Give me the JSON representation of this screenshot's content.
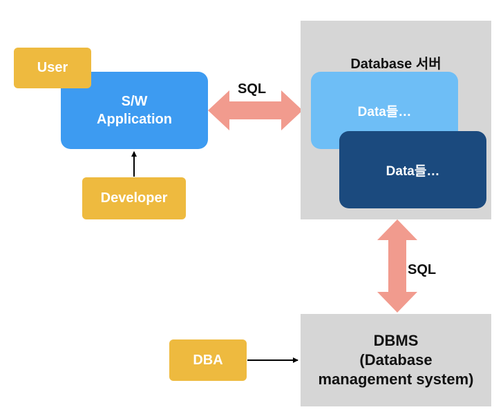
{
  "diagram": {
    "user_label": "User",
    "app_label_line1": "S/W",
    "app_label_line2": "Application",
    "developer_label": "Developer",
    "server_title": "Database 서버",
    "data_light_label": "Data들…",
    "data_dark_label": "Data들…",
    "sql_top_label": "SQL",
    "sql_right_label": "SQL",
    "dbms_line1": "DBMS",
    "dbms_line2": "(Database",
    "dbms_line3": "management system)",
    "dba_label": "DBA"
  },
  "colors": {
    "yellow": "#EEBA3F",
    "app_blue": "#3D9BF1",
    "light_blue": "#6EBEF6",
    "dark_blue": "#1B4A7E",
    "gray": "#D6D6D6",
    "sql_arrow": "#F19B8E"
  }
}
